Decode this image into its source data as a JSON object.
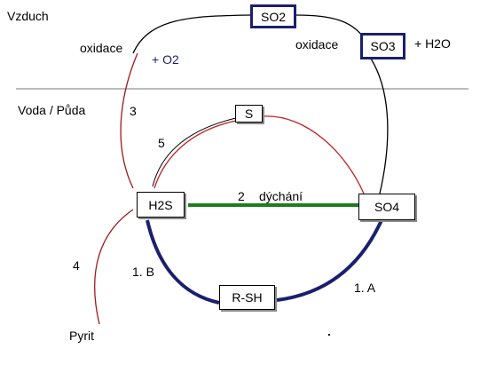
{
  "zones": {
    "air": "Vzduch",
    "water_soil": "Voda / Půda"
  },
  "nodes": {
    "so2": "SO2",
    "so3": "SO3",
    "s": "S",
    "h2s": "H2S",
    "so4": "SO4",
    "rsh": "R-SH"
  },
  "labels": {
    "oxidace_left": "oxidace",
    "plus_o2": "+ O2",
    "oxidace_right": "oxidace",
    "plus_h2o": "+ H2O",
    "n3": "3",
    "n5": "5",
    "n2": "2",
    "dychani": "dýchání",
    "n4": "4",
    "b1": "1. B",
    "a1": "1. A",
    "pyrit": "Pyrit"
  },
  "colors": {
    "black_path": "#000000",
    "red_path": "#a01818",
    "green_path": "#1e7d1e",
    "navy_path": "#1a1f6e",
    "o2_text": "#1a1f6e"
  }
}
